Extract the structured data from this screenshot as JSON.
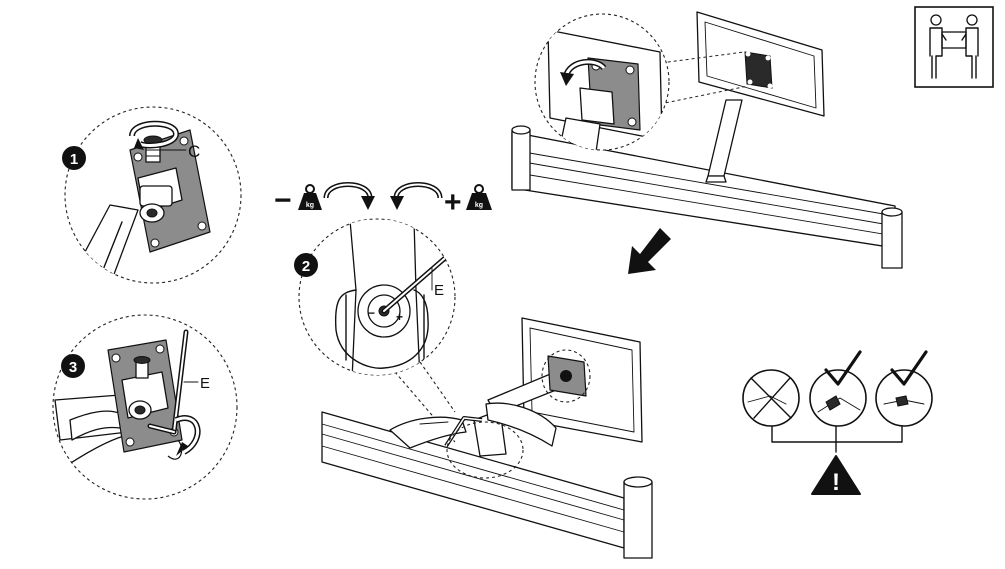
{
  "steps": {
    "step1": {
      "number": "1",
      "part_label": "C"
    },
    "step2": {
      "number": "2",
      "part_label": "E",
      "minus_sign": "−",
      "plus_sign": "+",
      "minus_glyph": "−",
      "plus_glyph": "+"
    },
    "step3": {
      "number": "3",
      "part_label": "E"
    }
  },
  "weight_adjust": {
    "decrease_sign": "−",
    "increase_sign": "+",
    "weight_unit": "kg"
  },
  "warning": {
    "symbol": "!"
  },
  "icons": {
    "two_person": "two-person-lift-icon",
    "direction_arrow": "arrow-down-left-icon",
    "rotate": "rotate-arrow-icon",
    "weight": "weight-kg-icon",
    "warning": "warning-triangle-icon",
    "prohibited": "prohibited-icon",
    "ok": "checkmark-icon"
  },
  "colors": {
    "ink": "#111111",
    "metal": "#8c8c8c",
    "paper": "#ffffff"
  }
}
